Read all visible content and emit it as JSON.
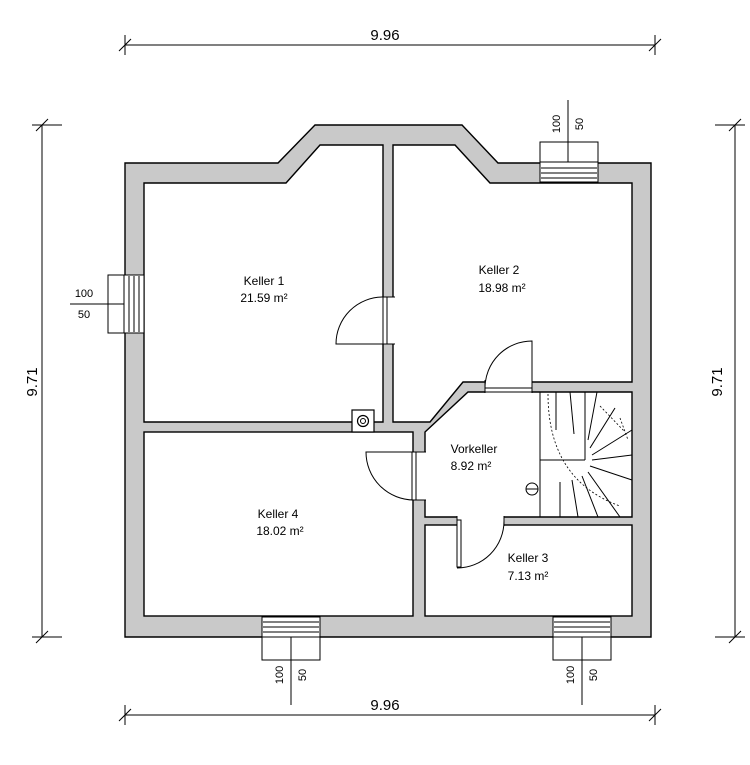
{
  "dimensions": {
    "top": "9.96",
    "bottom": "9.96",
    "left": "9.71",
    "right": "9.71"
  },
  "rooms": [
    {
      "name": "Keller 1",
      "area": "21.59 m²"
    },
    {
      "name": "Keller 2",
      "area": "18.98 m²"
    },
    {
      "name": "Vorkeller",
      "area": "8.92 m²"
    },
    {
      "name": "Keller 4",
      "area": "18.02 m²"
    },
    {
      "name": "Keller 3",
      "area": "7.13 m²"
    }
  ],
  "windows": {
    "left": {
      "w": "100",
      "h": "50"
    },
    "top_right": {
      "w": "100",
      "h": "50"
    },
    "bottom_left": {
      "w": "100",
      "h": "50"
    },
    "bottom_right": {
      "w": "100",
      "h": "50"
    }
  },
  "colors": {
    "wall": "#c9c9c9",
    "line": "#000000",
    "background": "#ffffff"
  }
}
